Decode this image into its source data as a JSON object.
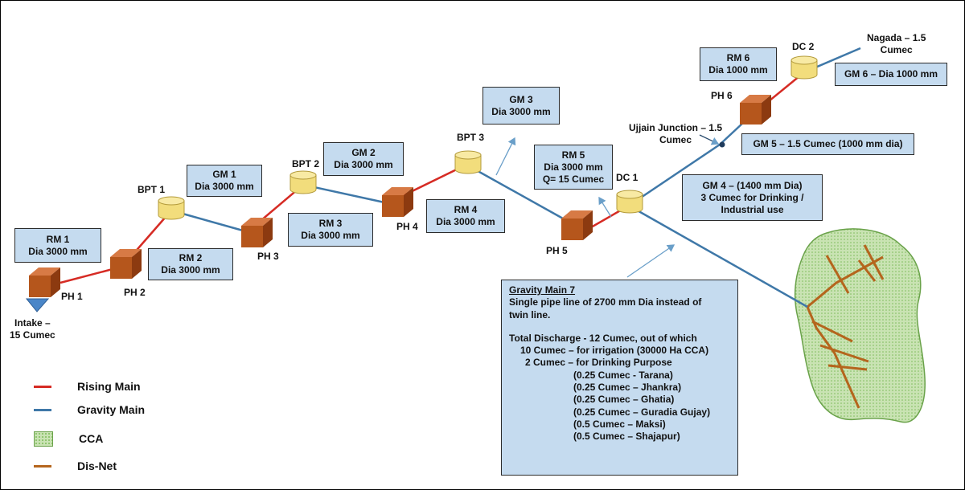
{
  "colors": {
    "rising_main": "#d62b24",
    "gravity_main": "#3f78a8",
    "dis_net": "#b5651d",
    "cca_fill": "#c9e3b3",
    "label_box": "#c5dbef",
    "pump_house": "#b5561c",
    "tank": "#f2dd7c",
    "intake": "#4a86c8"
  },
  "stations": {
    "ph1": "PH 1",
    "ph2": "PH 2",
    "ph3": "PH 3",
    "ph4": "PH 4",
    "ph5": "PH 5",
    "ph6": "PH 6",
    "bpt1": "BPT 1",
    "bpt2": "BPT 2",
    "bpt3": "BPT 3",
    "dc1": "DC 1",
    "dc2": "DC 2",
    "intake_line1": "Intake –",
    "intake_line2": "15 Cumec",
    "ujjain_line1": "Ujjain Junction – 1.5",
    "ujjain_line2": "Cumec",
    "nagada_line1": "Nagada – 1.5",
    "nagada_line2": "Cumec"
  },
  "boxes": {
    "rm1": [
      "RM 1",
      "Dia 3000 mm"
    ],
    "rm2": [
      "RM 2",
      "Dia 3000 mm"
    ],
    "gm1": [
      "GM 1",
      "Dia 3000 mm"
    ],
    "rm3": [
      "RM 3",
      "Dia 3000 mm"
    ],
    "gm2": [
      "GM 2",
      "Dia 3000 mm"
    ],
    "rm4": [
      "RM 4",
      "Dia 3000 mm"
    ],
    "gm3": [
      "GM 3",
      "Dia 3000 mm"
    ],
    "rm5": [
      "RM 5",
      "Dia 3000 mm",
      "Q= 15 Cumec"
    ],
    "gm4": [
      "GM 4 – (1400 mm Dia)",
      "3 Cumec for Drinking /",
      "Industrial use"
    ],
    "gm5": [
      "GM 5 – 1.5 Cumec (1000 mm dia)"
    ],
    "rm6": [
      "RM 6",
      "Dia 1000 mm"
    ],
    "gm6": [
      "GM 6 – Dia 1000 mm"
    ]
  },
  "gravity_main_7": {
    "title": "Gravity Main 7",
    "desc1": "Single pipe line of 2700 mm Dia instead of",
    "desc2": "twin line.",
    "total": "Total Discharge - 12 Cumec, out of which",
    "irrigation": "10 Cumec – for irrigation (30000 Ha CCA)",
    "drinking": "2 Cumec – for Drinking Purpose",
    "towns": [
      "(0.25 Cumec - Tarana)",
      "(0.25 Cumec – Jhankra)",
      "(0.25 Cumec – Ghatia)",
      "(0.25 Cumec – Guradia Gujay)",
      "(0.5 Cumec – Maksi)",
      "(0.5 Cumec – Shajapur)"
    ]
  },
  "legend": {
    "rising_main": "Rising Main",
    "gravity_main": "Gravity Main",
    "cca": "CCA",
    "dis_net": "Dis-Net"
  }
}
